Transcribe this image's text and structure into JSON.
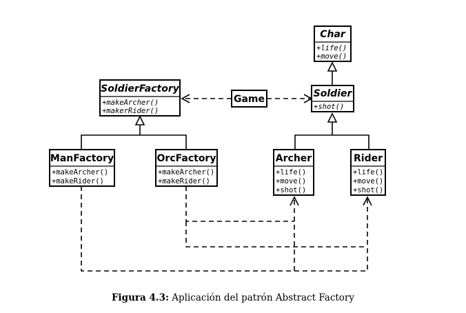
{
  "classes": {
    "char": {
      "name": "Char",
      "methods": [
        "+life()",
        "+move()"
      ]
    },
    "soldier": {
      "name": "Soldier",
      "methods": [
        "+shot()"
      ]
    },
    "soldier_factory": {
      "name": "SoldierFactory",
      "methods": [
        "+makeArcher()",
        "+makerRider()"
      ]
    },
    "game": {
      "name": "Game"
    },
    "man_factory": {
      "name": "ManFactory",
      "methods": [
        "+makeArcher()",
        "+makeRider()"
      ]
    },
    "orc_factory": {
      "name": "OrcFactory",
      "methods": [
        "+makeArcher()",
        "+makeRider()"
      ]
    },
    "archer": {
      "name": "Archer",
      "methods": [
        "+life()",
        "+move()",
        "+shot()"
      ]
    },
    "rider": {
      "name": "Rider",
      "methods": [
        "+life()",
        "+move()",
        "+shot()"
      ]
    }
  },
  "caption": {
    "label": "Figura 4.3:",
    "text": "Aplicación del patrón Abstract Factory"
  }
}
